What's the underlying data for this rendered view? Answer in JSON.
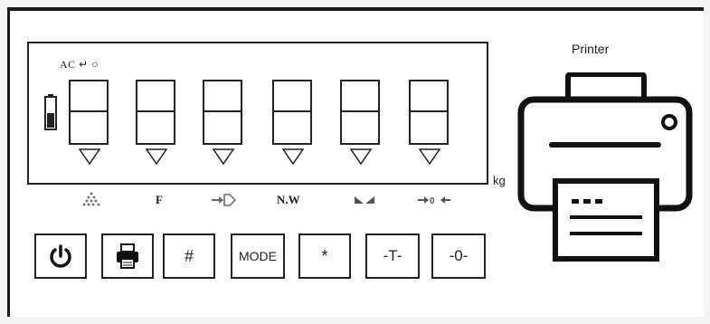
{
  "display": {
    "ac_label": "AC",
    "unit": "kg",
    "digit_count": 6
  },
  "indicators": [
    {
      "name": "stability",
      "label": ""
    },
    {
      "name": "f",
      "label": "F"
    },
    {
      "name": "arrow-box",
      "label": ""
    },
    {
      "name": "net-weight",
      "label": "N.W"
    },
    {
      "name": "bowtie",
      "label": ""
    },
    {
      "name": "zero",
      "label": ""
    }
  ],
  "buttons": [
    {
      "name": "power",
      "label": ""
    },
    {
      "name": "print",
      "label": ""
    },
    {
      "name": "hash",
      "label": "#"
    },
    {
      "name": "mode",
      "label": "MODE"
    },
    {
      "name": "star",
      "label": "*"
    },
    {
      "name": "tare",
      "label": "-T-"
    },
    {
      "name": "zero",
      "label": "-0-"
    }
  ],
  "printer": {
    "label": "Printer"
  },
  "icons": {
    "power": "power-icon",
    "print": "printer-icon",
    "battery": "battery-icon",
    "segment": "digit-placeholder"
  }
}
